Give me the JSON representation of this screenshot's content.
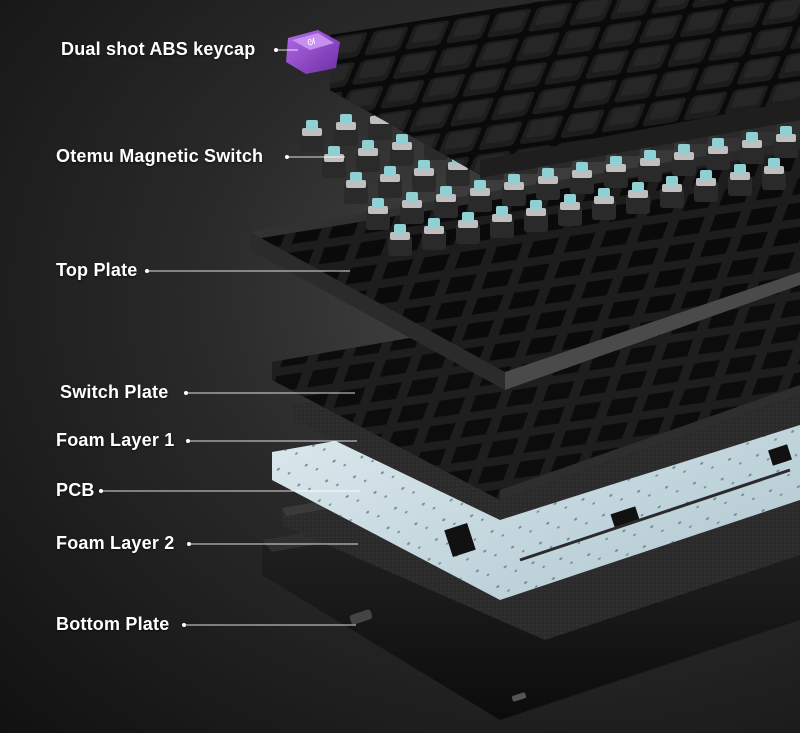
{
  "labels": {
    "keycap": "Dual shot ABS keycap",
    "switch": "Otemu Magnetic Switch",
    "top_plate": "Top Plate",
    "switch_plate": "Switch Plate",
    "foam1": "Foam Layer 1",
    "pcb": "PCB",
    "foam2": "Foam Layer 2",
    "bottom_plate": "Bottom Plate"
  },
  "colors": {
    "accent_keycap": "#9a4fd1",
    "switch_stem": "#8fd0d3",
    "pcb": "#c9dbe2",
    "label_text": "#ffffff"
  },
  "icons": {
    "keycap_logo": "rabbit-logo-icon"
  }
}
